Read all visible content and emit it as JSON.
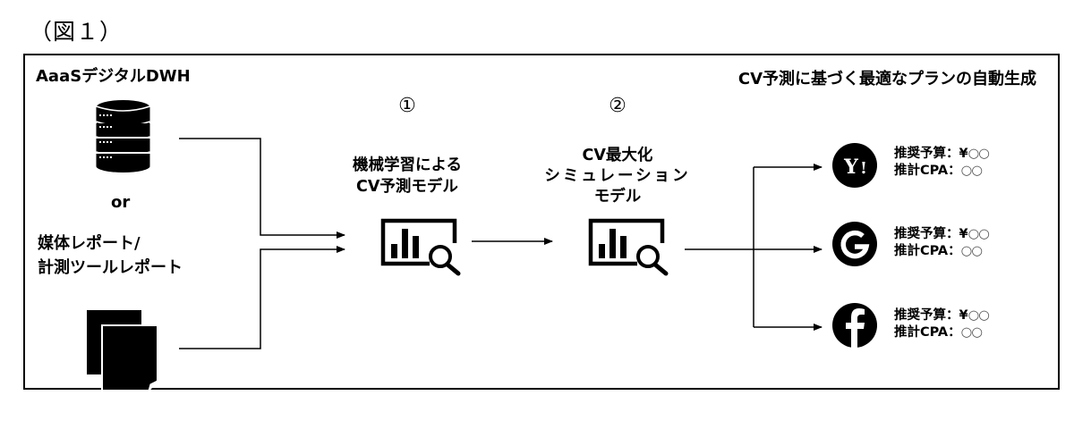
{
  "figure": {
    "title": "（図１）"
  },
  "frame": {
    "header_left": "AaaSデジタルDWH",
    "header_right": "CV予測に基づく最適なプランの自動生成"
  },
  "sources": {
    "database_icon": "database-icon",
    "or_label": "or",
    "report_label_line1": "媒体レポート/",
    "report_label_line2": "計測ツールレポート",
    "document_icon": "documents-icon"
  },
  "steps": [
    {
      "number": "①",
      "label_lines": [
        "機械学習による",
        "CV予測モデル"
      ],
      "icon": "chart-analysis-icon"
    },
    {
      "number": "②",
      "label_lines": [
        "CV最大化",
        "シミュレーション",
        "モデル"
      ],
      "icon": "chart-analysis-icon"
    }
  ],
  "platforms": [
    {
      "name": "Yahoo!",
      "icon": "yahoo-logo-icon",
      "budget_label": "推奨予算：",
      "budget_value_prefix": "¥",
      "budget_value": "○○",
      "cpa_label": "推計CPA：",
      "cpa_value": "○○"
    },
    {
      "name": "Google",
      "icon": "google-logo-icon",
      "budget_label": "推奨予算：",
      "budget_value_prefix": "¥",
      "budget_value": "○○",
      "cpa_label": "推計CPA：",
      "cpa_value": "○○"
    },
    {
      "name": "Facebook",
      "icon": "facebook-logo-icon",
      "budget_label": "推奨予算：",
      "budget_value_prefix": "¥",
      "budget_value": "○○",
      "cpa_label": "推計CPA：",
      "cpa_value": "○○"
    }
  ]
}
